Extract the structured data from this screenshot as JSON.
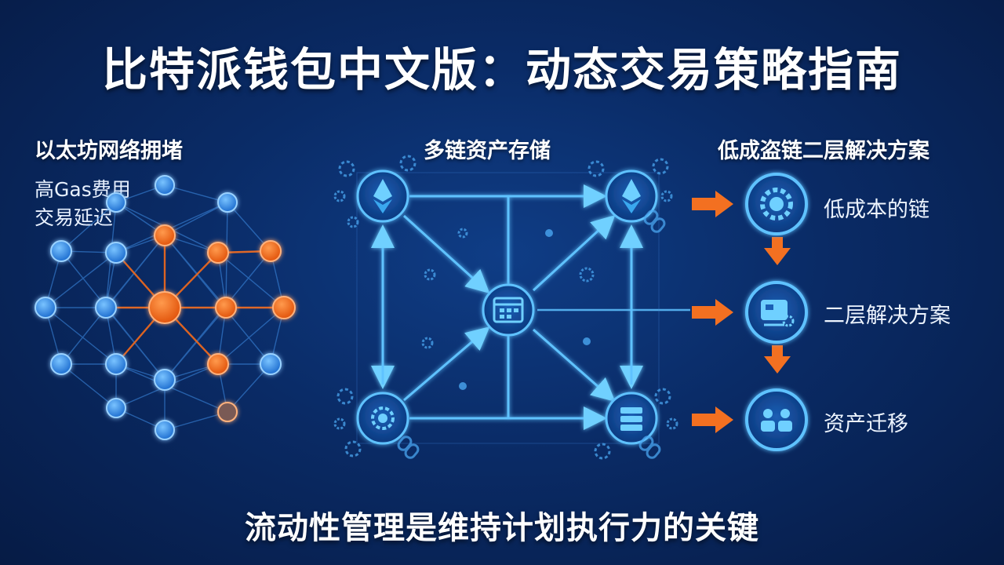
{
  "title": "比特派钱包中文版：动态交易策略指南",
  "bottom_caption": "流动性管理是维持计划执行力的关键",
  "left_panel": {
    "heading": "以太坊网络拥堵",
    "lines": [
      "高Gas费用",
      "交易延迟"
    ]
  },
  "center_panel": {
    "heading": "多链资产存储"
  },
  "right_panel": {
    "heading": "低成盗链二层解决方案",
    "steps": [
      {
        "label": "低成本的链",
        "icon": "gear-icon"
      },
      {
        "label": "二层解决方案",
        "icon": "layer-solution-icon"
      },
      {
        "label": "资产迁移",
        "icon": "users-icon"
      }
    ]
  },
  "colors": {
    "background": "#0a2b66",
    "node_blue": "#2f8ff0",
    "node_orange": "#f36a1b",
    "arrow_orange": "#f37021",
    "glow_cyan": "#5fc2ff"
  }
}
